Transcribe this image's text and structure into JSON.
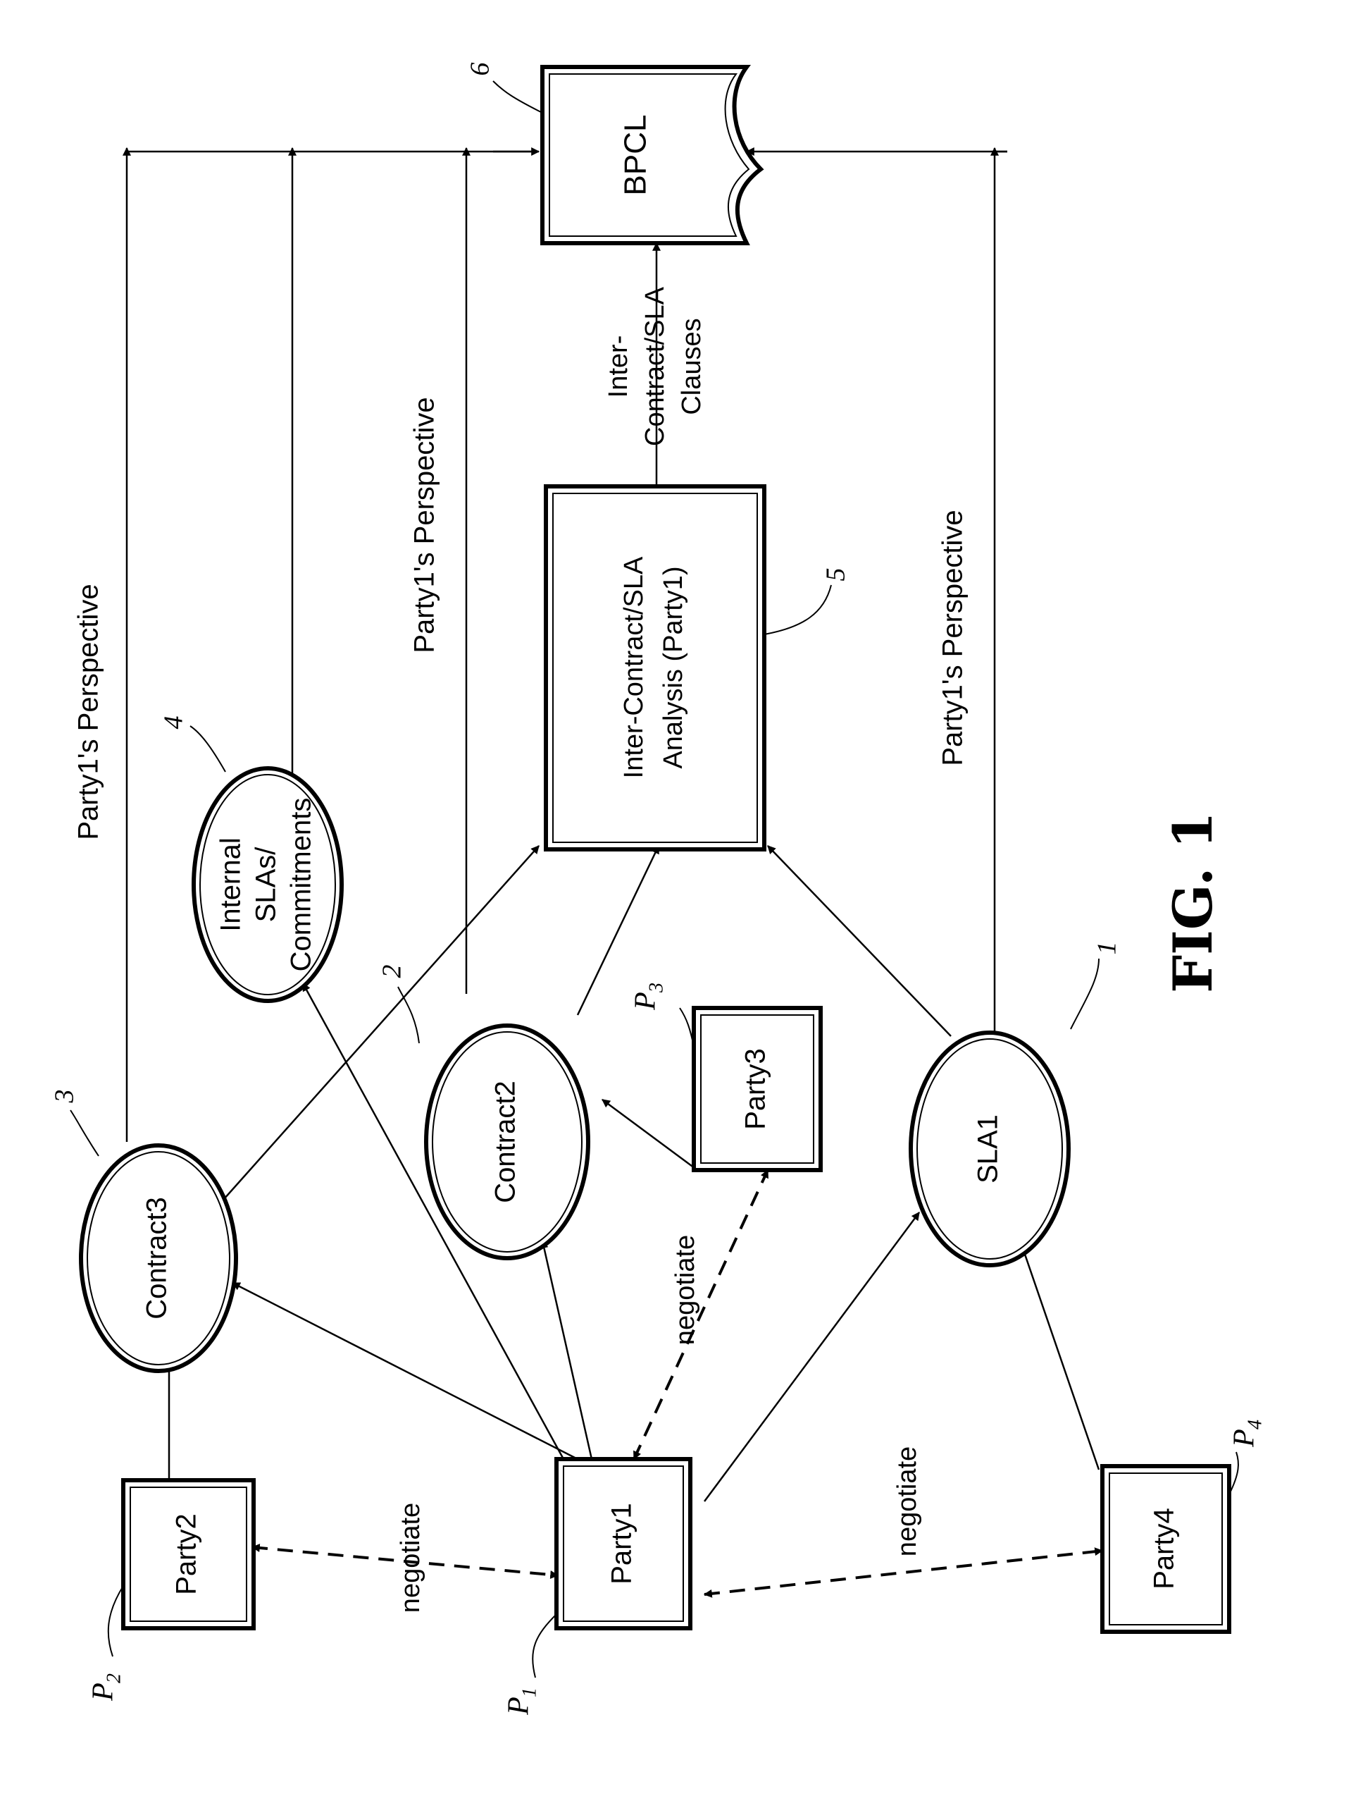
{
  "figure": {
    "title": "FIG. 1"
  },
  "nodes": {
    "party1": "Party1",
    "party2": "Party2",
    "party3": "Party3",
    "party4": "Party4",
    "contract3": "Contract3",
    "contract2": "Contract2",
    "sla1": "SLA1",
    "internal_slas": [
      "Internal",
      "SLAs/",
      "Commitments"
    ],
    "analysis": [
      "Inter-Contract/SLA",
      "Analysis (Party1)"
    ],
    "bpcl": "BPCL"
  },
  "edge_labels": {
    "negotiate": "negotiate",
    "perspective": "Party1's Perspective",
    "inter_clauses": [
      "Inter-",
      "Contract/SLA",
      "Clauses"
    ]
  },
  "reference_numerals": {
    "sla1": "1",
    "contract2": "2",
    "contract3": "3",
    "internal_slas": "4",
    "analysis": "5",
    "bpcl": "6"
  },
  "party_symbols": {
    "party1": {
      "base": "P",
      "sub": "1"
    },
    "party2": {
      "base": "P",
      "sub": "2"
    },
    "party3": {
      "base": "P",
      "sub": "3"
    },
    "party4": {
      "base": "P",
      "sub": "4"
    }
  }
}
